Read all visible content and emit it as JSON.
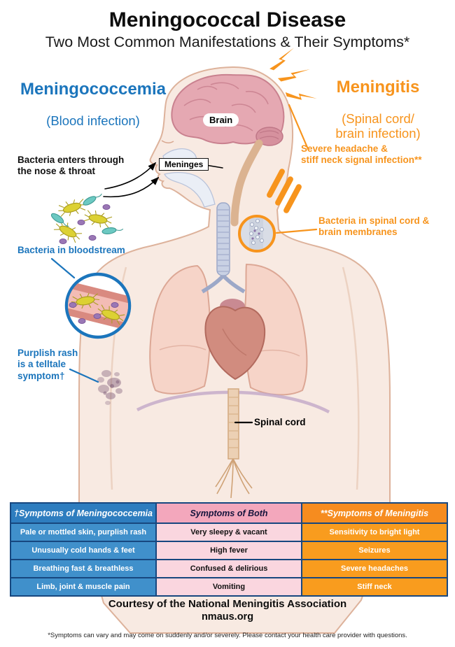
{
  "title": "Meningococcal Disease",
  "subtitle": "Two Most Common Manifestations & Their Symptoms*",
  "headings": {
    "meningococcemia": {
      "title": "Meningococcemia",
      "subtitle": "(Blood infection)"
    },
    "meningitis": {
      "title": "Meningitis",
      "subtitle": "(Spinal cord/\nbrain infection)"
    }
  },
  "annotations": {
    "nose_throat": "Bacteria enters through\nthe nose & throat",
    "severe_headache": "Severe headache &\nstiff neck signal infection**",
    "bacteria_spinal": "Bacteria in spinal cord &\nbrain membranes",
    "bacteria_bloodstream": "Bacteria in bloodstream",
    "purplish_rash": "Purplish rash\nis a telltale\nsymptom†"
  },
  "body_labels": {
    "brain": "Brain",
    "meninges": "Meninges",
    "spinal_cord": "Spinal cord"
  },
  "table": {
    "columns": [
      {
        "id": "meningococcemia",
        "header": "†Symptoms of Meningococcemia",
        "rows": [
          "Pale or mottled skin, purplish rash",
          "Unusually cold hands & feet",
          "Breathing fast & breathless",
          "Limb, joint & muscle pain"
        ]
      },
      {
        "id": "both",
        "header": "Symptoms of Both",
        "rows": [
          "Very sleepy & vacant",
          "High fever",
          "Confused & delirious",
          "Vomiting"
        ]
      },
      {
        "id": "meningitis",
        "header": "**Symptoms of Meningitis",
        "rows": [
          "Sensitivity to bright light",
          "Seizures",
          "Severe headaches",
          "Stiff neck"
        ]
      }
    ]
  },
  "footer": {
    "courtesy": "Courtesy of the National Meningitis Association",
    "website": "nmaus.org"
  },
  "footnote": "*Symptoms can vary and may come on suddenly and/or severely. Please contact your health care provider with questions.",
  "colors": {
    "blue": "#1b75bc",
    "orange": "#f7941d",
    "table_grid": "#17477f",
    "blue_header": "#2e7dbf",
    "blue_row": "#4090cb",
    "pink_header": "#f3a7bc",
    "pink_row": "#fad6df",
    "orange_header": "#f68c1f",
    "orange_row": "#f99c1e"
  }
}
